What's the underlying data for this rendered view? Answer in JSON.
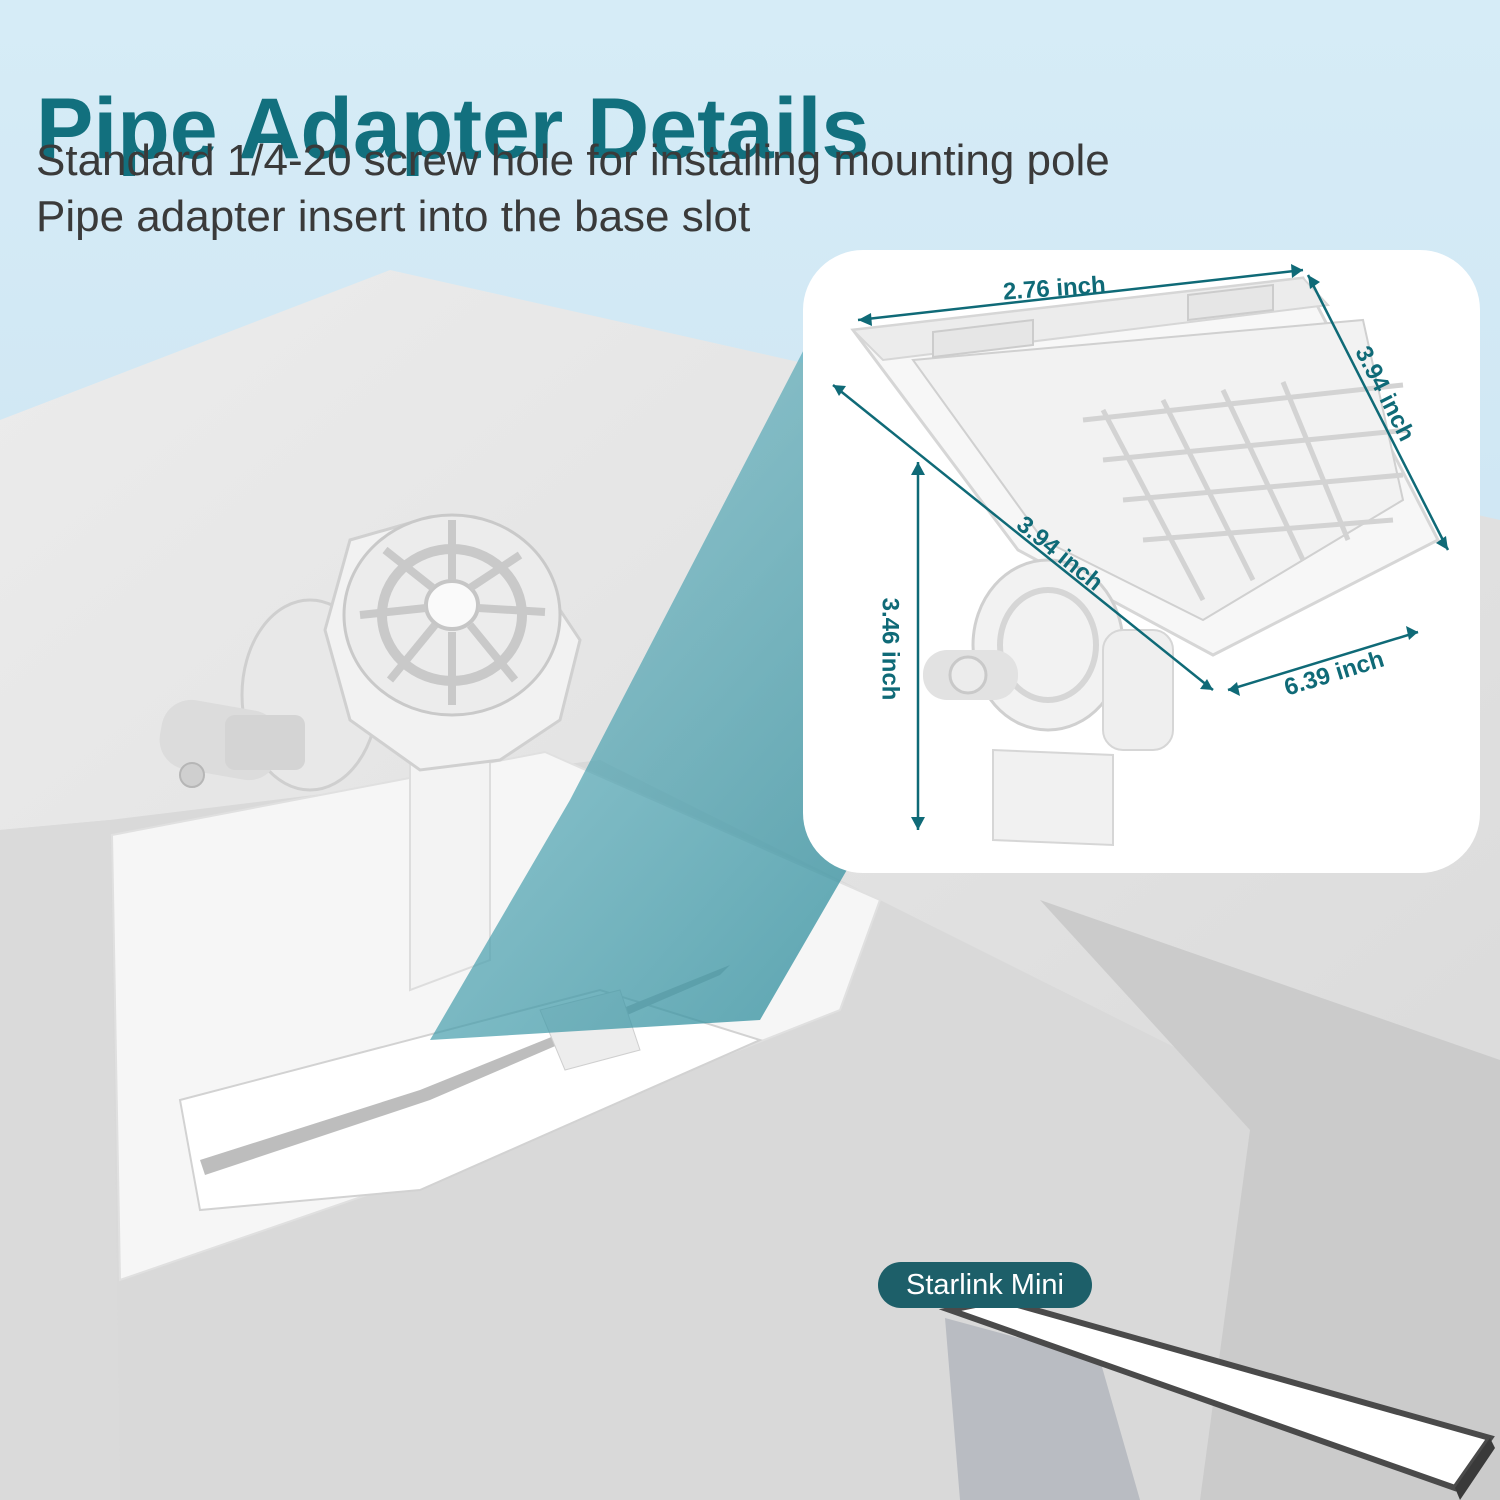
{
  "header": {
    "title": "Pipe Adapter Details",
    "subtitle_lines": [
      "Standard 1/4-20 screw hole for installing mounting pole",
      "Pipe adapter insert into the base slot"
    ]
  },
  "dimensions": {
    "top_width": "2.76 inch",
    "right_side": "3.94 inch",
    "diagonal_length": "3.94 inch",
    "height": "3.46 inch",
    "base_length": "6.39 inch"
  },
  "product_tag": "Starlink Mini",
  "colors": {
    "title": "#12707e",
    "dimension_text": "#0f6a77",
    "tag_background": "#1d5f69",
    "highlight_beam": "#3b9aaa"
  }
}
